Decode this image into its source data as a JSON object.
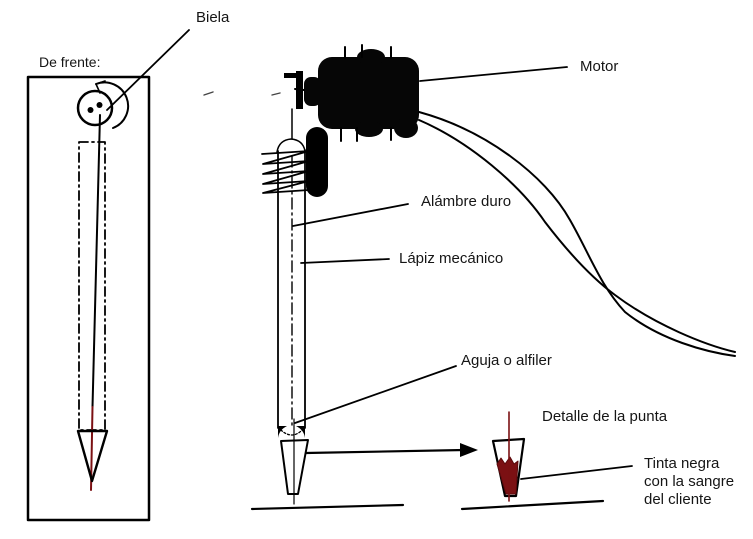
{
  "figure": {
    "description": "Hand-drawn schematic of an improvised tattoo machine built from a motor, a mechanical pencil and a needle, with a front view and a tip detail"
  },
  "labels": {
    "biela": "Biela",
    "de_frente": "De frente:",
    "motor": "Motor",
    "alambre_duro": "Alámbre duro",
    "lapiz_mecanico": "Lápiz mecánico",
    "aguja_o_alfiler": "Aguja o alfiler",
    "detalle_punta": "Detalle de la punta",
    "tinta_line1": "Tinta negra",
    "tinta_line2": "con la sangre",
    "tinta_line3": "del cliente"
  },
  "colors": {
    "ink_outline": "#000000",
    "blood_red": "#7b1013",
    "background": "#ffffff",
    "text": "#151515"
  }
}
